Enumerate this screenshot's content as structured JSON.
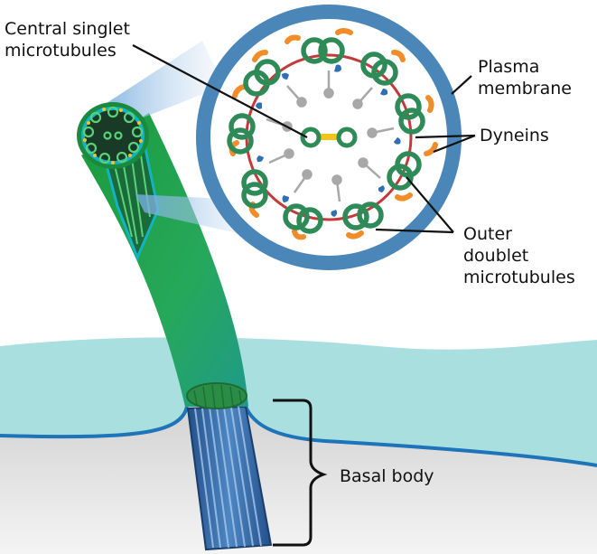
{
  "labels": {
    "central_singlet": [
      "Central singlet",
      "microtubules"
    ],
    "plasma_membrane": [
      "Plasma",
      "membrane"
    ],
    "dyneins": "Dyneins",
    "outer_doublet": [
      "Outer",
      "doublet",
      "microtubules"
    ],
    "basal_body": "Basal body"
  },
  "colors": {
    "membrane_ring": "#4a86b8",
    "cross_section_fill": "#ffffff",
    "microtubule_green": "#2e8b57",
    "radial_spoke": "#a8a8a8",
    "nexin_link": "#c43a3a",
    "central_bridge": "#f0c419",
    "outer_dynein_arm": "#f28c28",
    "inner_dynein_arm": "#2f6fb5",
    "cilium_green": "#1fa64a",
    "cell_membrane_cyan": "#a9dfdf",
    "basal_body_blue": "#2f5f9c"
  }
}
